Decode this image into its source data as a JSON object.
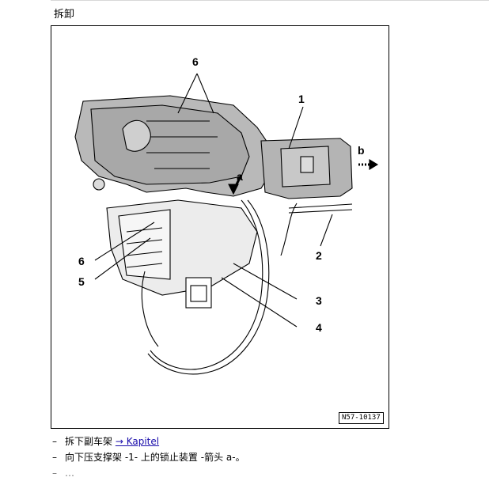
{
  "page": {
    "heading": "拆卸"
  },
  "figure": {
    "id_label": "N57-10137",
    "callouts": {
      "c1": "1",
      "c2": "2",
      "c3": "3",
      "c4": "4",
      "c5": "5",
      "c6_top": "6",
      "c6_left": "6",
      "ca": "a",
      "cb": "b"
    }
  },
  "steps": [
    {
      "bullet": "–",
      "text": "拆下副车架 ",
      "link": "→ Kapitel"
    },
    {
      "bullet": "–",
      "text": "向下压支撑架 -1- 上的锁止装置 -箭头 a-。"
    },
    {
      "bullet": "–",
      "text": "…"
    }
  ]
}
